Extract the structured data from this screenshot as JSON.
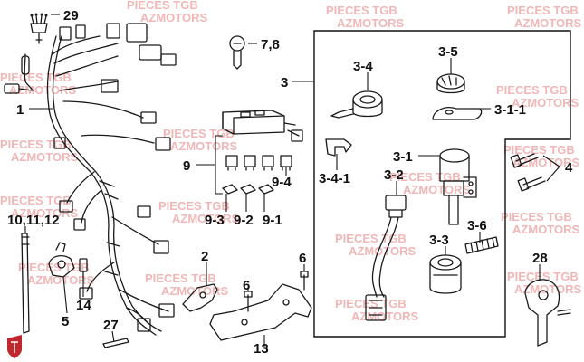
{
  "watermark": {
    "line1": "PIECES TGB",
    "line2": "AZMOTORS",
    "color": "#f1b7b7"
  },
  "callouts": {
    "c29": "29",
    "c78": "7,8",
    "c1": "1",
    "c3": "3",
    "c34": "3-4",
    "c35": "3-5",
    "c311": "3-1-1",
    "c9": "9",
    "c94": "9-4",
    "c93": "9-3",
    "c92": "9-2",
    "c91": "9-1",
    "c341": "3-4-1",
    "c31": "3-1",
    "c32": "3-2",
    "c4": "4",
    "c36": "3-6",
    "c33": "3-3",
    "c101112": "10,11,12",
    "c2": "2",
    "c6a": "6",
    "c6b": "6",
    "c28": "28",
    "c14": "14",
    "c5": "5",
    "c27": "27",
    "c13": "13"
  },
  "logo": {
    "name": "tgb-shield-logo",
    "color": "#c0282d"
  }
}
